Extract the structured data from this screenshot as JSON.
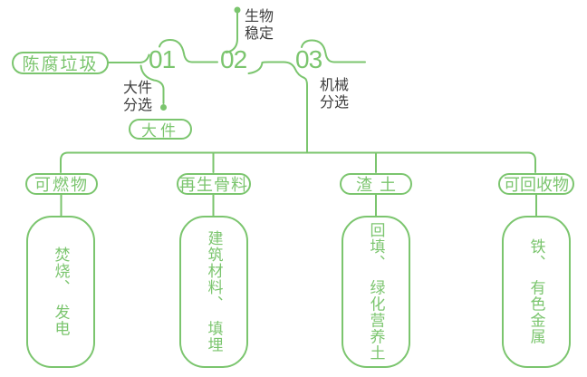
{
  "colors": {
    "green": "#7bc56e",
    "text_dark": "#3d3d3d",
    "background": "#ffffff"
  },
  "flowchart": {
    "source": {
      "label": "陈腐垃圾"
    },
    "steps": [
      {
        "number": "01",
        "label_line1": "大件",
        "label_line2": "分选",
        "result": "大件"
      },
      {
        "number": "02",
        "label_line1": "生物",
        "label_line2": "稳定"
      },
      {
        "number": "03",
        "label_line1": "机械",
        "label_line2": "分选"
      }
    ],
    "branches": [
      {
        "category": "可燃物",
        "outcome": "焚烧、　发电"
      },
      {
        "category": "再生骨料",
        "outcome": "建筑材料、　填埋"
      },
      {
        "category": "渣土",
        "outcome": "回填、　绿化营养土"
      },
      {
        "category": "可回收物",
        "outcome": "铁、　有色金属"
      }
    ]
  }
}
